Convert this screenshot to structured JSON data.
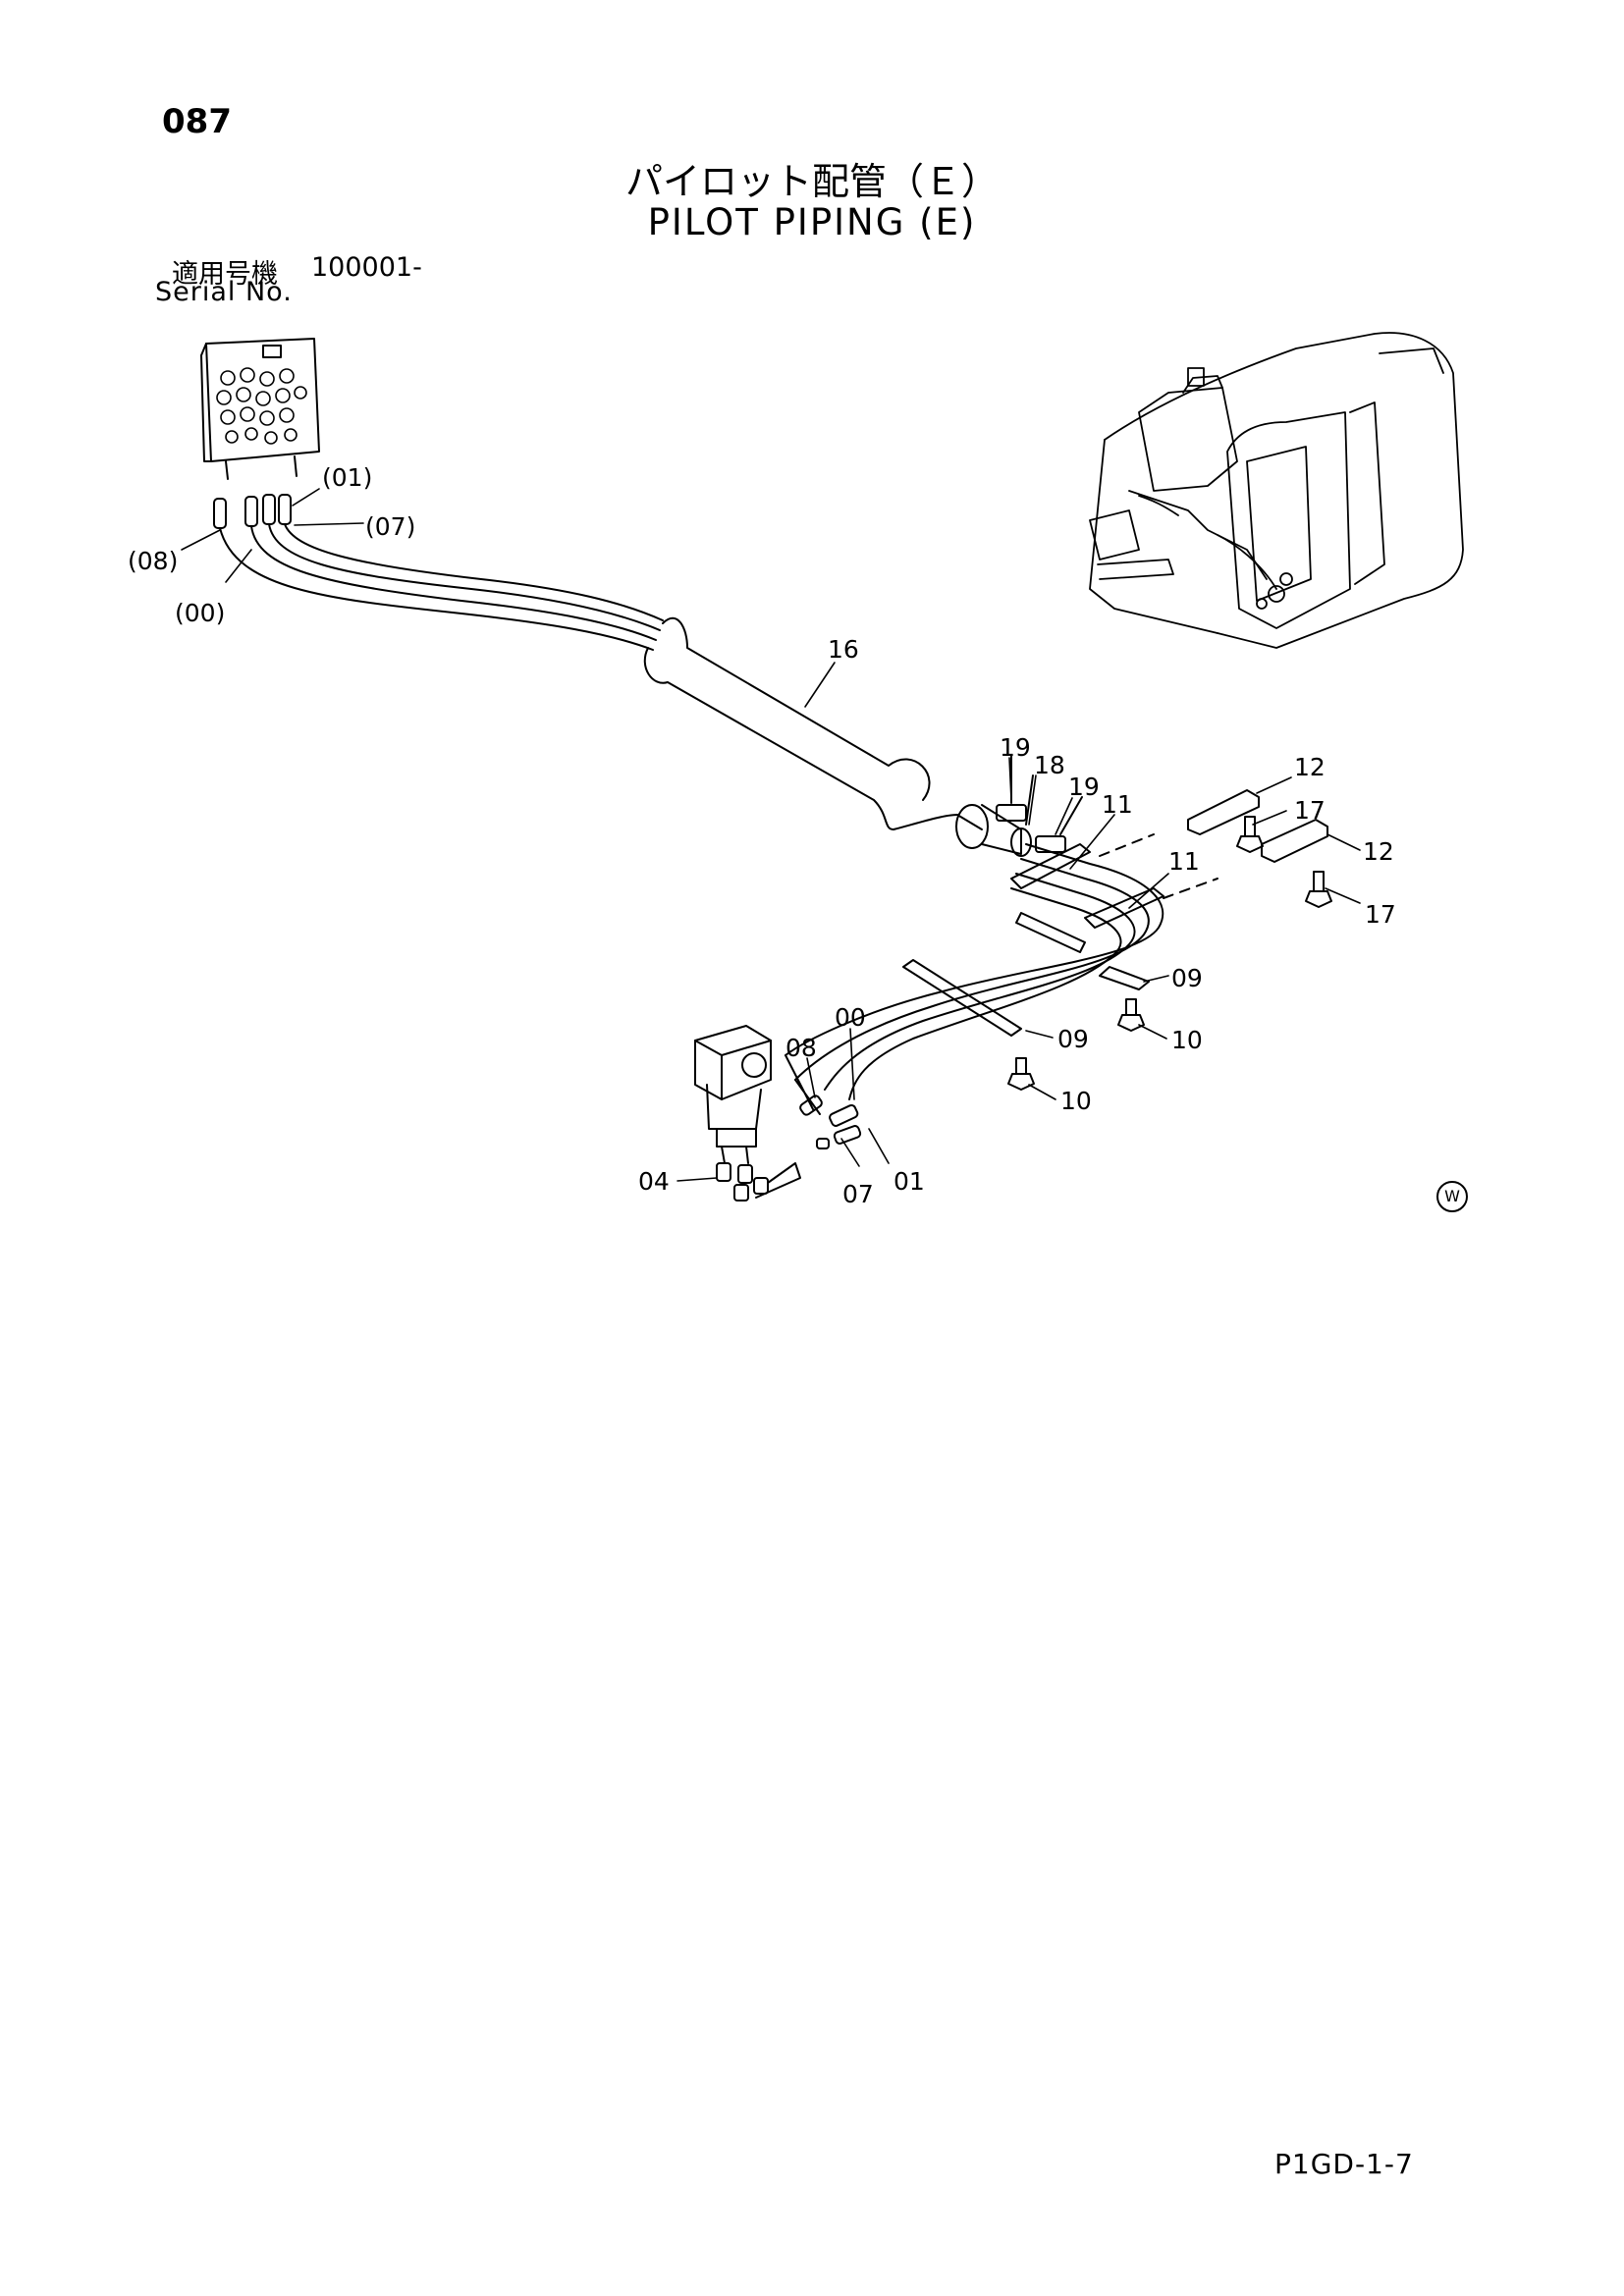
{
  "page_number": "087",
  "title_jp": "パイロット配管（Ｅ）",
  "title_en": "PILOT PIPING (E)",
  "serial": {
    "label_jp": "適用号機",
    "value": "100001-",
    "label_en": "Serial No."
  },
  "footer_code": "P1GD-1-7",
  "watermark_symbol": "W",
  "callouts": {
    "p01_paren": "(01)",
    "p07_paren": "(07)",
    "p08_paren": "(08)",
    "p00_paren": "(00)",
    "p16": "16",
    "p19a": "19",
    "p18": "18",
    "p19b": "19",
    "p11a": "11",
    "p11b": "11",
    "p12a": "12",
    "p12b": "12",
    "p17a": "17",
    "p17b": "17",
    "p09a": "09",
    "p09b": "09",
    "p10a": "10",
    "p10b": "10",
    "p00": "00",
    "p08": "08",
    "p04": "04",
    "p07": "07",
    "p01": "01"
  }
}
